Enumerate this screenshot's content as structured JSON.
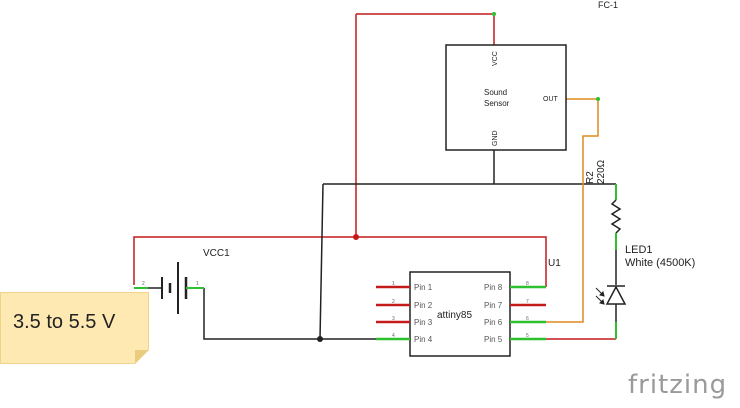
{
  "components": {
    "fc1": {
      "designator": "FC-1",
      "pin_vcc": "VCC",
      "pin_gnd": "GND",
      "pin_out": "OUT",
      "title_line1": "Sound",
      "title_line2": "Sensor"
    },
    "vcc1": {
      "designator": "VCC1",
      "pin_1": "1",
      "pin_2": "2"
    },
    "u1": {
      "designator": "U1",
      "chip_label": "attiny85",
      "left_pins": [
        {
          "label": "Pin 1",
          "num": "1"
        },
        {
          "label": "Pin 2",
          "num": "2"
        },
        {
          "label": "Pin 3",
          "num": "3"
        },
        {
          "label": "Pin 4",
          "num": "4"
        }
      ],
      "right_pins": [
        {
          "label": "Pin 8",
          "num": "8"
        },
        {
          "label": "Pin 7",
          "num": "7"
        },
        {
          "label": "Pin 6",
          "num": "6"
        },
        {
          "label": "Pin 5",
          "num": "5"
        }
      ]
    },
    "r2": {
      "designator": "R2",
      "value": "220Ω"
    },
    "led1": {
      "designator": "LED1",
      "description": "White (4500K)"
    }
  },
  "note": {
    "text": "3.5 to 5.5 V"
  },
  "brand": {
    "text": "fritzing"
  },
  "colors": {
    "power_wire": "#c41a1a",
    "ground_wire": "#222222",
    "signal_wire": "#e08a1e",
    "pin_end": "#2ec02e",
    "unused_pin": "#c41a1a",
    "note_bg": "#fde9b1"
  }
}
